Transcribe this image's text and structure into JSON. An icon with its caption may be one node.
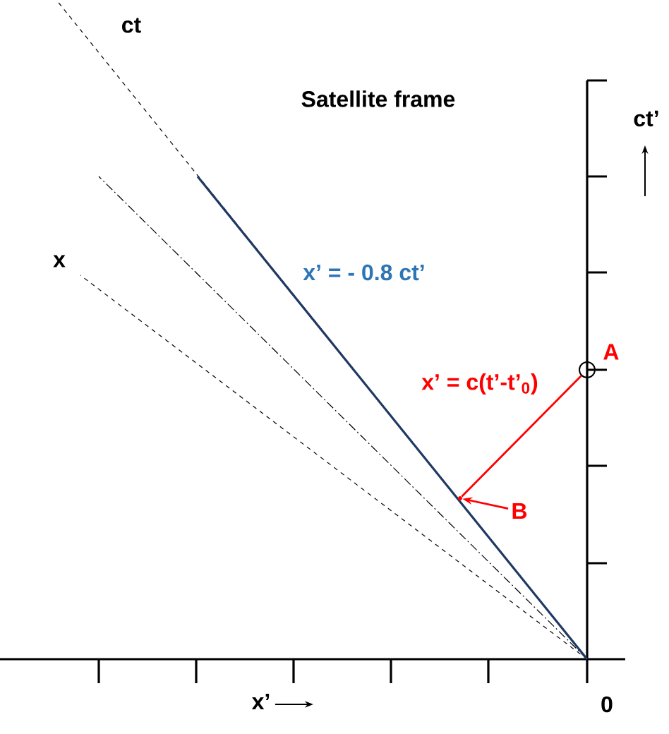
{
  "diagram": {
    "title": "Satellite frame",
    "nodes": [
      {
        "text": [
          "A"
        ]
      },
      {
        "text": [],
        "shape": "point"
      },
      {
        "text": [
          "B"
        ]
      }
    ],
    "edges": [
      {
        "from": 0,
        "to": 1,
        "arrow": "none",
        "label": "x’ = c(t’-t’$_{0}$)",
        "color": "#ff0000"
      },
      {
        "from": 2,
        "to": 1,
        "arrow": "to",
        "color": "#ff0000"
      }
    ],
    "labels": [
      "ct",
      "ct’",
      "x",
      "x’ = - 0.8 ct’",
      "x’",
      "0"
    ]
  }
}
